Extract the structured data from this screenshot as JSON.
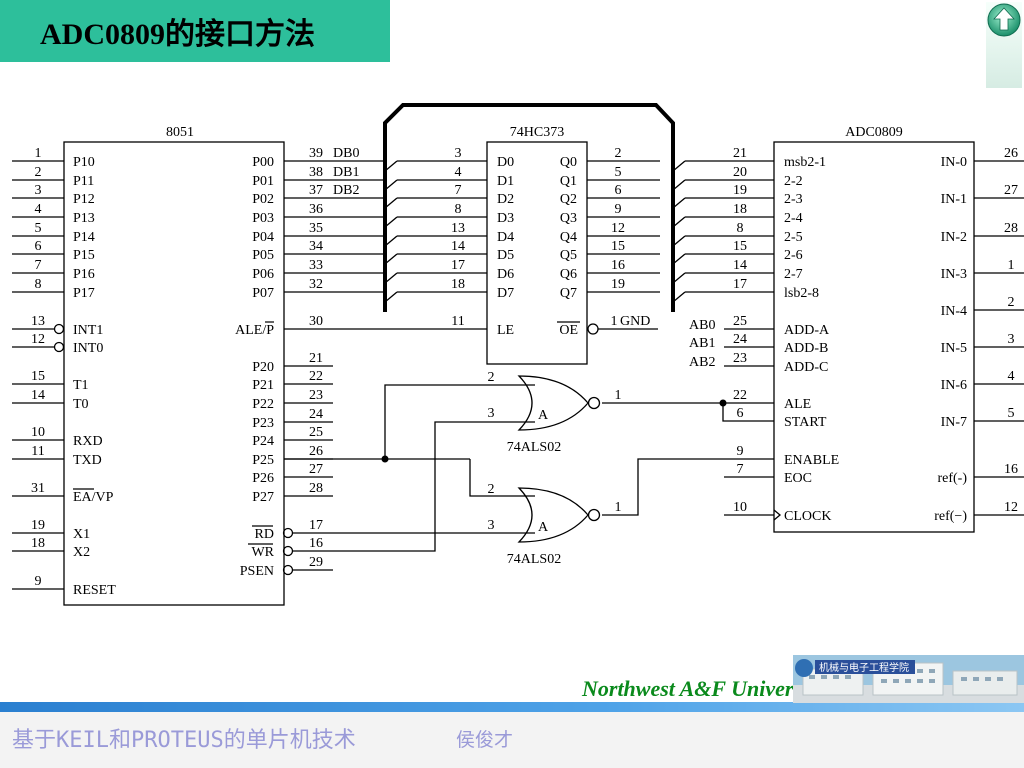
{
  "title": "ADC0809的接口方法",
  "footer": {
    "course": "基于KEIL和PROTEUS的单片机技术",
    "author": "侯俊才",
    "university": "Northwest A&F University",
    "badge": "机械与电子工程学院"
  },
  "nav": {
    "icon": "home-icon"
  },
  "colors": {
    "accent": "#2dbf9b",
    "footer_text": "#9a9ad8",
    "university": "#0a8a1c"
  },
  "chips": {
    "u8051": {
      "name": "8051",
      "left_pins": [
        {
          "num": "1",
          "label": "P10"
        },
        {
          "num": "2",
          "label": "P11"
        },
        {
          "num": "3",
          "label": "P12"
        },
        {
          "num": "4",
          "label": "P13"
        },
        {
          "num": "5",
          "label": "P14"
        },
        {
          "num": "6",
          "label": "P15"
        },
        {
          "num": "7",
          "label": "P16"
        },
        {
          "num": "8",
          "label": "P17"
        },
        {
          "num": "13",
          "label": "INT1"
        },
        {
          "num": "12",
          "label": "INT0"
        },
        {
          "num": "15",
          "label": "T1"
        },
        {
          "num": "14",
          "label": "T0"
        },
        {
          "num": "10",
          "label": "RXD"
        },
        {
          "num": "11",
          "label": "TXD"
        },
        {
          "num": "31",
          "label": "EA/VP"
        },
        {
          "num": "19",
          "label": "X1"
        },
        {
          "num": "18",
          "label": "X2"
        },
        {
          "num": "9",
          "label": "RESET"
        }
      ],
      "right_pins": [
        {
          "num": "39",
          "label": "P00"
        },
        {
          "num": "38",
          "label": "P01"
        },
        {
          "num": "37",
          "label": "P02"
        },
        {
          "num": "36",
          "label": "P03"
        },
        {
          "num": "35",
          "label": "P04"
        },
        {
          "num": "34",
          "label": "P05"
        },
        {
          "num": "33",
          "label": "P06"
        },
        {
          "num": "32",
          "label": "P07"
        },
        {
          "num": "30",
          "label": "ALE/P"
        },
        {
          "num": "21",
          "label": "P20"
        },
        {
          "num": "22",
          "label": "P21"
        },
        {
          "num": "23",
          "label": "P22"
        },
        {
          "num": "24",
          "label": "P23"
        },
        {
          "num": "25",
          "label": "P24"
        },
        {
          "num": "26",
          "label": "P25"
        },
        {
          "num": "27",
          "label": "P26"
        },
        {
          "num": "28",
          "label": "P27"
        },
        {
          "num": "17",
          "label": "RD"
        },
        {
          "num": "16",
          "label": "WR"
        },
        {
          "num": "29",
          "label": "PSEN"
        }
      ]
    },
    "u74hc373": {
      "name": "74HC373",
      "d_pins": [
        {
          "num": "3",
          "label": "D0"
        },
        {
          "num": "4",
          "label": "D1"
        },
        {
          "num": "7",
          "label": "D2"
        },
        {
          "num": "8",
          "label": "D3"
        },
        {
          "num": "13",
          "label": "D4"
        },
        {
          "num": "14",
          "label": "D5"
        },
        {
          "num": "17",
          "label": "D6"
        },
        {
          "num": "18",
          "label": "D7"
        }
      ],
      "q_pins": [
        {
          "num": "2",
          "label": "Q0"
        },
        {
          "num": "5",
          "label": "Q1"
        },
        {
          "num": "6",
          "label": "Q2"
        },
        {
          "num": "9",
          "label": "Q3"
        },
        {
          "num": "12",
          "label": "Q4"
        },
        {
          "num": "15",
          "label": "Q5"
        },
        {
          "num": "16",
          "label": "Q6"
        },
        {
          "num": "19",
          "label": "Q7"
        }
      ],
      "le": {
        "num": "11",
        "label": "LE"
      },
      "oe": {
        "num": "1",
        "label": "OE",
        "net": "GND"
      }
    },
    "adc0809": {
      "name": "ADC0809",
      "left_pins": [
        {
          "num": "21",
          "label": "msb2-1"
        },
        {
          "num": "20",
          "label": "2-2"
        },
        {
          "num": "19",
          "label": "2-3"
        },
        {
          "num": "18",
          "label": "2-4"
        },
        {
          "num": "8",
          "label": "2-5"
        },
        {
          "num": "15",
          "label": "2-6"
        },
        {
          "num": "14",
          "label": "2-7"
        },
        {
          "num": "17",
          "label": "lsb2-8"
        },
        {
          "num": "25",
          "label": "ADD-A"
        },
        {
          "num": "24",
          "label": "ADD-B"
        },
        {
          "num": "23",
          "label": "ADD-C"
        },
        {
          "num": "22",
          "label": "ALE"
        },
        {
          "num": "6",
          "label": "START"
        },
        {
          "num": "9",
          "label": "ENABLE"
        },
        {
          "num": "7",
          "label": "EOC"
        },
        {
          "num": "10",
          "label": "CLOCK"
        }
      ],
      "right_pins": [
        {
          "num": "26",
          "label": "IN-0"
        },
        {
          "num": "27",
          "label": "IN-1"
        },
        {
          "num": "28",
          "label": "IN-2"
        },
        {
          "num": "1",
          "label": "IN-3"
        },
        {
          "num": "2",
          "label": "IN-4"
        },
        {
          "num": "3",
          "label": "IN-5"
        },
        {
          "num": "4",
          "label": "IN-6"
        },
        {
          "num": "5",
          "label": "IN-7"
        },
        {
          "num": "16",
          "label": "ref(-)"
        },
        {
          "num": "12",
          "label": "ref(−)"
        }
      ],
      "addr_nets": [
        "AB0",
        "AB1",
        "AB2"
      ]
    },
    "gates": [
      {
        "type": "74ALS02",
        "unit": "A",
        "in1": "2",
        "in2": "3",
        "out": "1"
      },
      {
        "type": "74ALS02",
        "unit": "A",
        "in1": "2",
        "in2": "3",
        "out": "1"
      }
    ]
  },
  "nets": {
    "bus": [
      "DB0",
      "DB1",
      "DB2"
    ]
  }
}
